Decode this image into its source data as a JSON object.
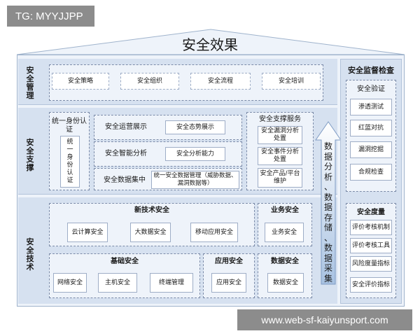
{
  "watermarks": {
    "top_left": "TG: MYYJJPP",
    "bottom_right": "www.web-sf-kaiyunsport.com"
  },
  "title": "安全效果",
  "layers": {
    "management": {
      "label": [
        "安",
        "全",
        "管",
        "理"
      ],
      "items": [
        "安全策略",
        "安全组织",
        "安全流程",
        "安全培训"
      ]
    },
    "support": {
      "label": [
        "安",
        "全",
        "支",
        "撑"
      ],
      "identity": {
        "title": "统一身份认证",
        "inner": [
          "统",
          "一",
          "身",
          "份",
          "认",
          "证"
        ]
      },
      "ops": {
        "row1": {
          "label": "安全运营展示",
          "box": "安全态势展示"
        },
        "row2": {
          "label": "安全智能分析",
          "box": "安全分析能力"
        },
        "row3": {
          "label": "安全数据集中",
          "box": "统一安全数据管理（威胁数据、漏洞数据等）"
        }
      },
      "services": {
        "title": "安全支撑服务",
        "items": [
          "安全漏洞分析处置",
          "安全事件分析处置",
          "安全产品/平台维护"
        ]
      }
    },
    "technology": {
      "label": [
        "安",
        "全",
        "技",
        "术"
      ],
      "new_tech": {
        "title": "新技术安全",
        "items": [
          "云计算安全",
          "大数据安全",
          "移动应用安全"
        ]
      },
      "business": {
        "title": "业务安全",
        "items": [
          "业务安全"
        ]
      },
      "basic": {
        "title": "基础安全",
        "items": [
          "网络安全",
          "主机安全",
          "终端管理"
        ]
      },
      "app": {
        "title": "应用安全",
        "items": [
          "应用安全"
        ]
      },
      "data": {
        "title": "数据安全",
        "items": [
          "数据安全"
        ]
      }
    }
  },
  "arrow_text": [
    "数",
    "据",
    "分",
    "析",
    "、",
    "数",
    "据",
    "存",
    "储",
    "、",
    "数",
    "据",
    "采",
    "集"
  ],
  "supervision": {
    "title": "安全监督检查",
    "verification": {
      "title": "安全验证",
      "items": [
        "渗透测试",
        "红蓝对抗",
        "漏洞挖掘",
        "合规检查"
      ]
    },
    "metrics": {
      "title": "安全度量",
      "items": [
        "评价考核机制",
        "评价考核工具",
        "风险度量指标",
        "安全评价指标"
      ]
    }
  },
  "colors": {
    "band": "#d6e1f0",
    "frame_border": "#9fb3cc",
    "arrow": "#c9d9ee",
    "watermark": "#8c8c8c"
  }
}
